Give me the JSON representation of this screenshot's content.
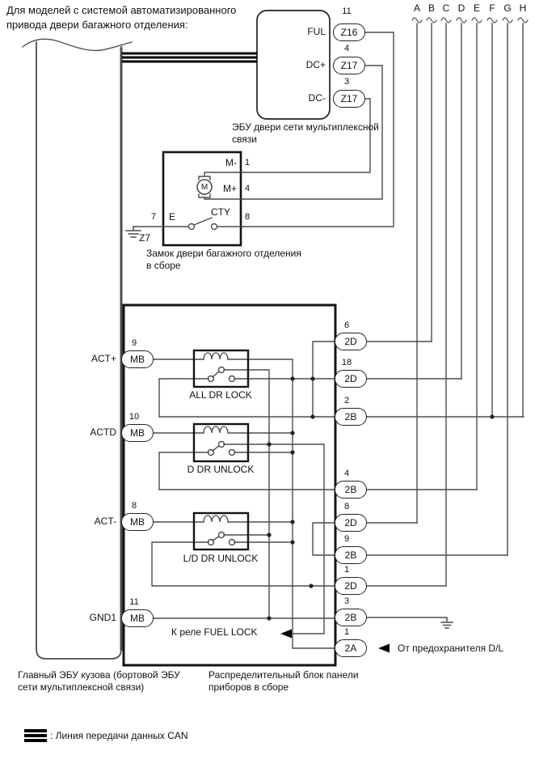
{
  "header": {
    "note": "Для моделей с системой автоматизированного\nпривода двери багажного отделения:"
  },
  "door_ecu": {
    "label": "ЭБУ двери сети мультиплексной\nсвязи",
    "pins": [
      {
        "num": "11",
        "name": "FUL",
        "conn": "Z16"
      },
      {
        "num": "4",
        "name": "DC+",
        "conn": "Z17"
      },
      {
        "num": "3",
        "name": "DC-",
        "conn": "Z17"
      }
    ]
  },
  "lock": {
    "label": "Замок двери багажного отделения\nв сборе",
    "motor": "M",
    "pins": {
      "m_minus": {
        "name": "M-",
        "num": "1"
      },
      "m_plus": {
        "name": "M+",
        "num": "4"
      },
      "cty": {
        "name": "CTY",
        "num": "8"
      },
      "e": {
        "name": "E",
        "num": "7"
      }
    },
    "ground": "Z7"
  },
  "columns": {
    "letters": [
      "A",
      "B",
      "C",
      "D",
      "E",
      "F",
      "G",
      "H"
    ]
  },
  "main_ecu": {
    "label": "Главный ЭБУ кузова (бортовой ЭБУ\nсети мультиплексной связи)",
    "pins": [
      {
        "num": "9",
        "conn": "MB",
        "name": "ACT+"
      },
      {
        "num": "10",
        "conn": "MB",
        "name": "ACTD"
      },
      {
        "num": "8",
        "conn": "MB",
        "name": "ACT-"
      },
      {
        "num": "11",
        "conn": "MB",
        "name": "GND1"
      }
    ]
  },
  "junction": {
    "label": "Распределительный блок панели\nприборов в сборе",
    "relays": [
      {
        "name": "ALL DR LOCK"
      },
      {
        "name": "D DR UNLOCK"
      },
      {
        "name": "L/D DR UNLOCK"
      }
    ],
    "connectors": [
      {
        "num": "6",
        "conn": "2D"
      },
      {
        "num": "18",
        "conn": "2D"
      },
      {
        "num": "2",
        "conn": "2B"
      },
      {
        "num": "4",
        "conn": "2B"
      },
      {
        "num": "8",
        "conn": "2D"
      },
      {
        "num": "9",
        "conn": "2B"
      },
      {
        "num": "1",
        "conn": "2D"
      },
      {
        "num": "3",
        "conn": "2B"
      },
      {
        "num": "1",
        "conn": "2A"
      }
    ],
    "fuel_lock_note": "К реле FUEL LOCK",
    "fuse_note": "От предохранителя D/L"
  },
  "legend": {
    "can": ": Линия передачи данных CAN"
  }
}
